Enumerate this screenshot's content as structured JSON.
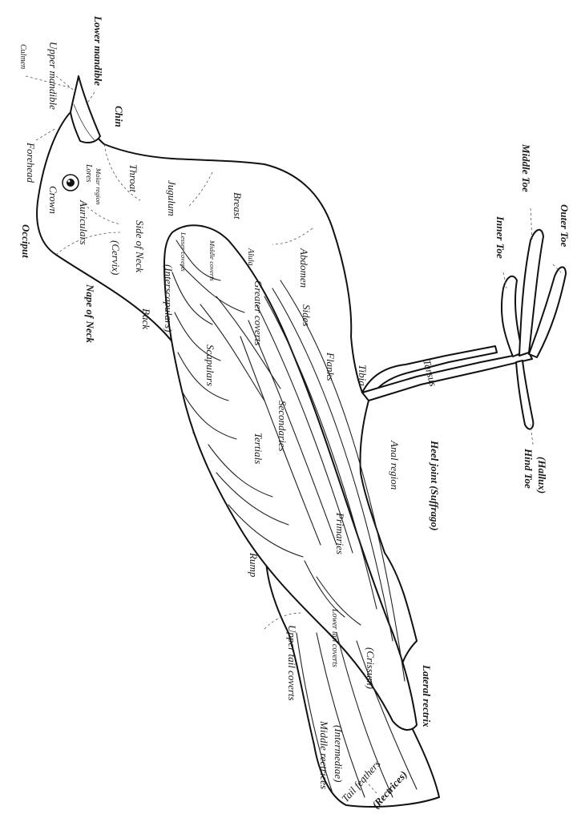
{
  "labels": {
    "culmen": "Culmen",
    "upper_mandible": "Upper mandible",
    "lower_mandible": "Lower mandible",
    "forehead": "Forehead",
    "chin": "Chin",
    "crown": "Crown",
    "lores": "Lores",
    "malar_region": "Malar region",
    "throat": "Throat",
    "auriculars": "Auriculars",
    "jugulum": "Jugulum",
    "occiput": "Occiput",
    "breast": "Breast",
    "side_of_neck": "Side of Neck",
    "cervix": "(Cervix)",
    "lesser_coverts": "Lesser coverts",
    "middle_coverts": "Middle coverts",
    "alula": "Alula",
    "abdomen": "Abdomen",
    "inner_toe": "Inner Toe",
    "middle_toe": "Middle Toe",
    "outer_toe": "Outer Toe",
    "nape_of_neck": "Nape of Neck",
    "back": "Back",
    "interscapulars": "(Interscapulars)",
    "greater_coverts": "Greater coverts",
    "sides": "Sides",
    "scapulars": "Scapulars",
    "flanks": "Flanks",
    "tibia": "Tibia",
    "tarsus": "Tarsus",
    "tertials": "Tertials",
    "secondaries": "Secondaries",
    "primaries": "Primaries",
    "anal_region": "Anal region",
    "hind_toe": "Hind Toe",
    "hallux": "(Hallux)",
    "rump": "Rump",
    "heel_joint": "Heel joint (Suffrago)",
    "upper_tail_coverts": "Upper tail coverts",
    "lower_tail_coverts": "Lower tail coverts",
    "crissum": "(Crissum)",
    "lateral_rectrix": "Lateral rectrix",
    "middle_rectrices": "Middle rectrices",
    "intermediae": "(Intermediae)",
    "tail_feathers": "Tail feathers",
    "rectrices": "(Rectrices)"
  }
}
